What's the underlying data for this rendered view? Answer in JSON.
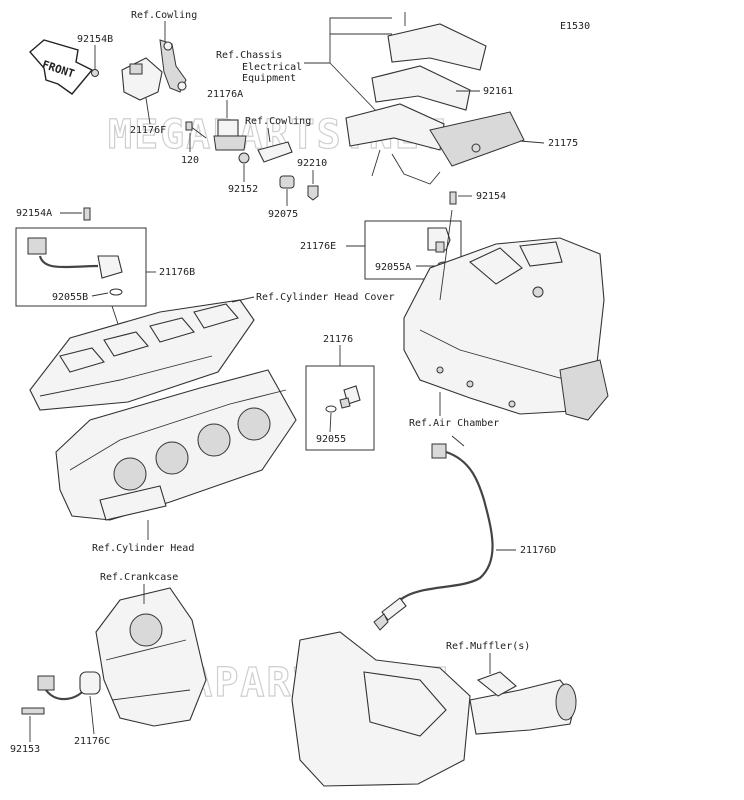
{
  "diagram": {
    "code": "E1530",
    "front_arrow": "FRONT",
    "watermarks": [
      "MEGAPARTS.NET",
      "MEGAPARTS.NET"
    ],
    "labels": {
      "ref_cowling_top": "Ref.Cowling",
      "p92154B": "92154B",
      "p21176F": "21176F",
      "ref_chassis_1": "Ref.Chassis",
      "ref_chassis_2": "Electrical",
      "ref_chassis_3": "Equipment",
      "p21176A": "21176A",
      "ref_cowling_mid": "Ref.Cowling",
      "p120": "120",
      "p92152": "92152",
      "p92210": "92210",
      "p92075": "92075",
      "p92161": "92161",
      "p21175": "21175",
      "p92154": "92154",
      "p92154A": "92154A",
      "p21176B": "21176B",
      "p92055B": "92055B",
      "ref_cyl_head_cover": "Ref.Cylinder Head Cover",
      "p21176E": "21176E",
      "p92055A": "92055A",
      "p21176": "21176",
      "p92055": "92055",
      "ref_air_chamber": "Ref.Air Chamber",
      "ref_cyl_head": "Ref.Cylinder Head",
      "p21176D": "21176D",
      "ref_crankcase": "Ref.Crankcase",
      "ref_muffler": "Ref.Muffler(s)",
      "p92153": "92153",
      "p21176C": "21176C"
    }
  }
}
